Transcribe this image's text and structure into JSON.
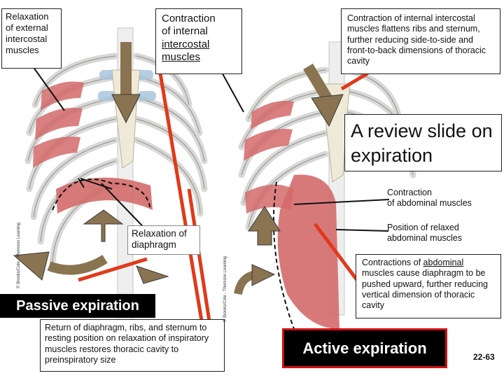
{
  "labels": {
    "relaxation_external": "Relaxation\nof external\nintercostal\nmuscles",
    "contraction_internal_a": "Contraction",
    "contraction_internal_b": "of internal",
    "contraction_internal_c": "intercostal",
    "contraction_internal_d": "muscles",
    "internal_effect": "Contraction of internal intercostal muscles flattens ribs and sternum, further reducing side-to-side and front-to-back dimensions of thoracic cavity",
    "review_title": "A review slide on expiration",
    "abdominal_contraction": "Contraction\nof abdominal muscles",
    "relaxed_abdominal": "Position of relaxed\nabdominal muscles",
    "relaxation_diaphragm": "Relaxation of\ndiaphragm",
    "abd_effect_a": "Contractions of ",
    "abd_effect_u": "abdominal",
    "abd_effect_b": " muscles cause diaphragm to be pushed upward, further reducing vertical dimension of thoracic cavity",
    "return_text": "Return of diaphragm, ribs, and sternum to resting position on relaxation of inspiratory muscles restores thoracic cavity to preinspiratory size",
    "passive_title": "Passive expiration",
    "active_title": "Active expiration",
    "slide_number": "22-63",
    "credit_left": "© Brooks/Cole - Thomson Learning",
    "credit_right": "© Brooks/Cole - Thomson Learning"
  },
  "colors": {
    "muscle": "#d46a6a",
    "bone": "#e8e8e6",
    "cartilage": "#a9c6de",
    "arrow": "#8a7350",
    "pointer_red": "#e03a1a",
    "banner_border": "#cc1111"
  }
}
